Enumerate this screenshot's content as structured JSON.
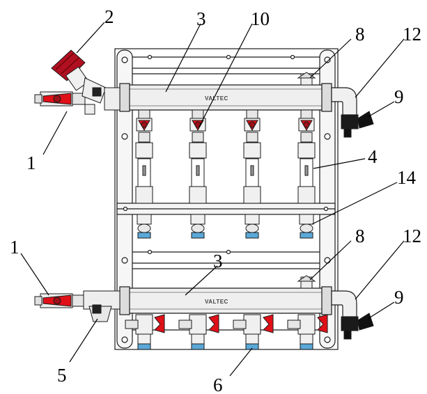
{
  "brand": "VALTEC",
  "callouts": {
    "c1_top": "1",
    "c2": "2",
    "c3_top": "3",
    "c10": "10",
    "c8_top": "8",
    "c12_top": "12",
    "c9_top": "9",
    "c4": "4",
    "c14": "14",
    "c1_bottom": "1",
    "c8_bottom": "8",
    "c12_bottom": "12",
    "c3_bottom": "3",
    "c9_bottom": "9",
    "c5": "5",
    "c6": "6"
  },
  "colors": {
    "valve_handle": "#e01018",
    "valve_dark_red": "#a01018",
    "nut_blue": "#5aa8d8",
    "outline": "#1a1a1a",
    "metal_light": "#f2f2f2",
    "metal_mid": "#d0d0d0",
    "black_parts": "#111111"
  }
}
